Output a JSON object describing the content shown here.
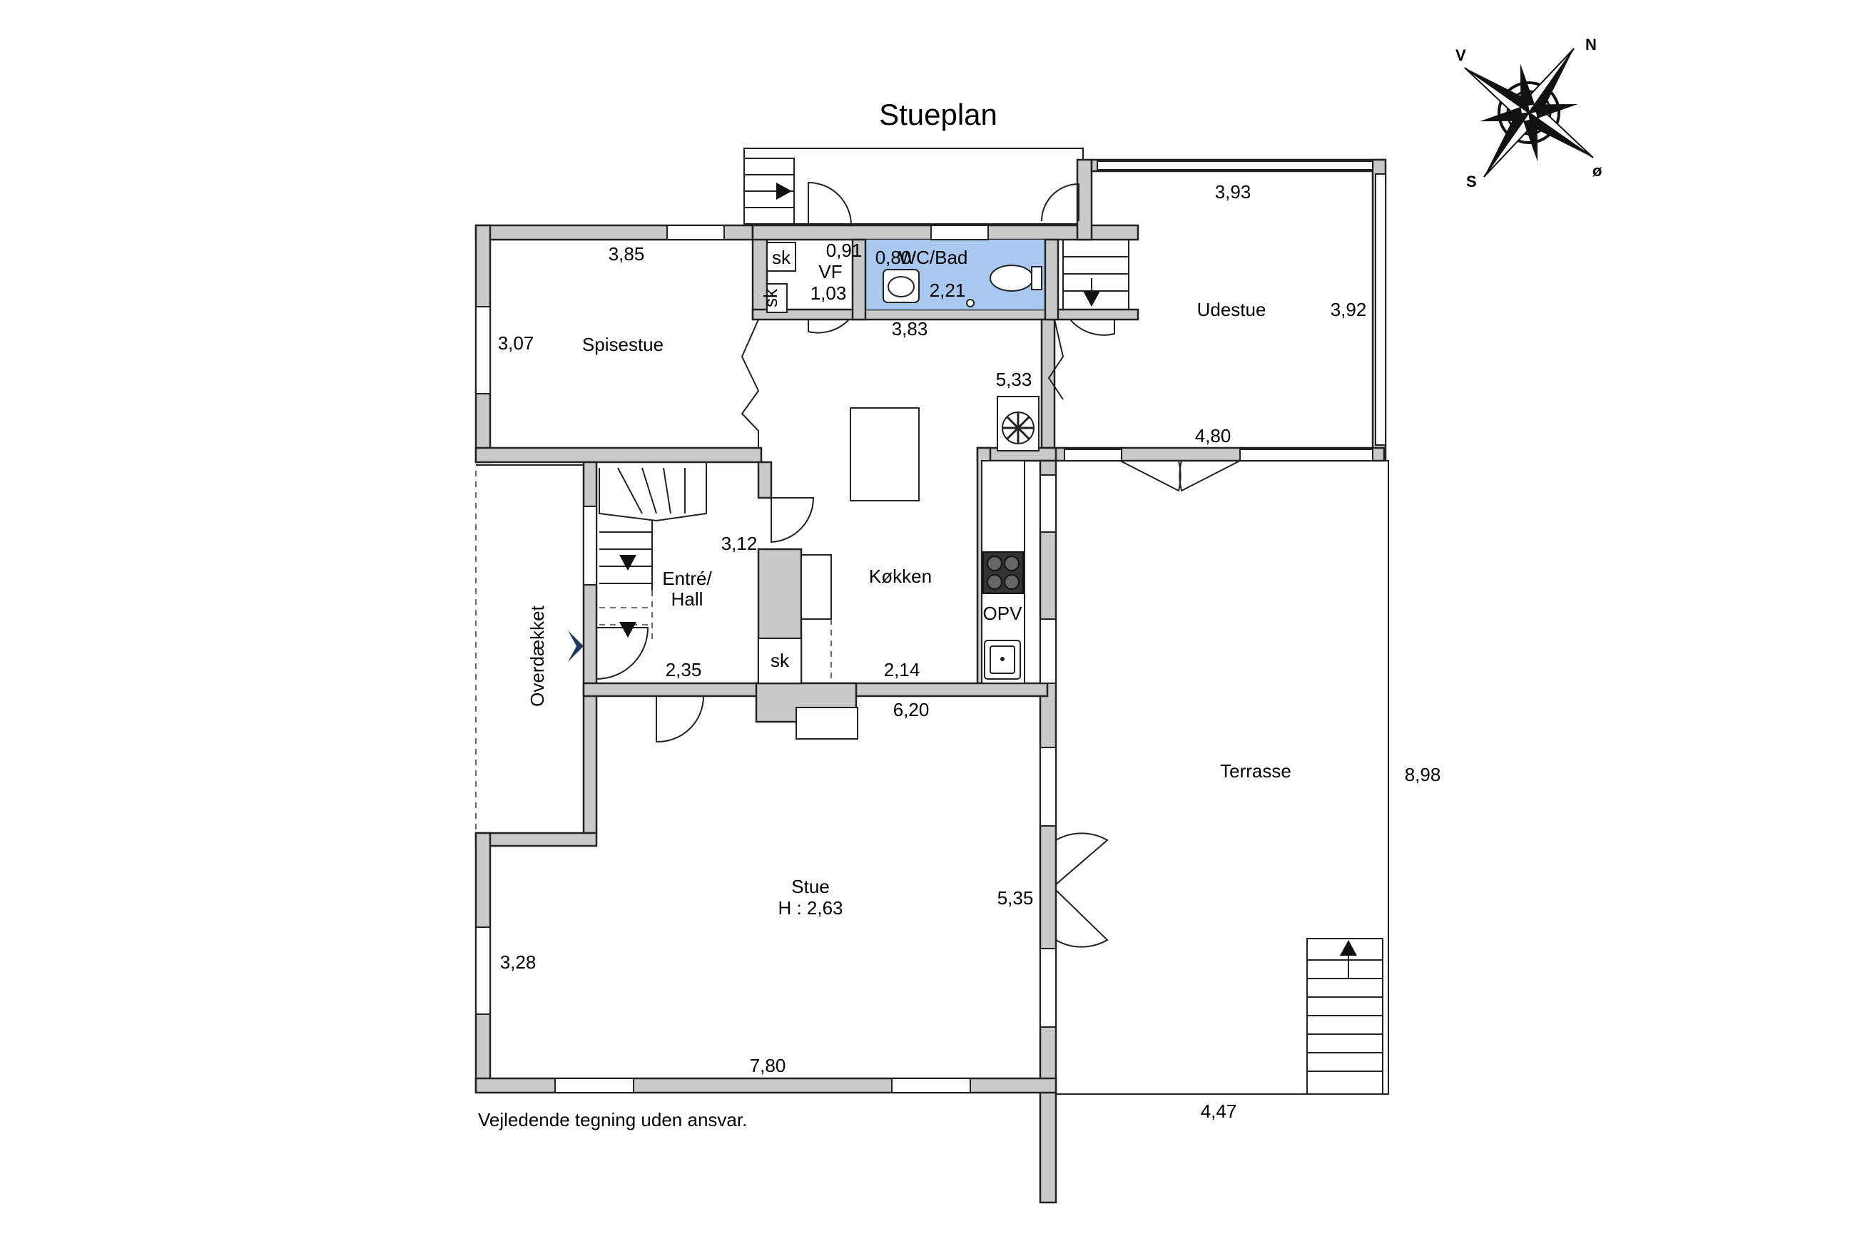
{
  "title": "Stueplan",
  "note": "Vejledende tegning uden ansvar.",
  "compass": {
    "n": "N",
    "s": "S",
    "v": "V",
    "o": "ø"
  },
  "rooms": {
    "spisestue": "Spisestue",
    "wc_bad": "WC/Bad",
    "vf": "VF",
    "udestue": "Udestue",
    "entre_1": "Entré/",
    "entre_2": "Hall",
    "kokken": "Køkken",
    "overdaekket": "Overdækket",
    "terrasse": "Terrasse",
    "stue_1": "Stue",
    "stue_2": "H : 2,63"
  },
  "fixtures": {
    "sk": "sk",
    "opv": "OPV"
  },
  "dimensions": {
    "d385": "3,85",
    "d307": "3,07",
    "d091": "0,91",
    "d103": "1,03",
    "d080": "0,80",
    "d221": "2,21",
    "d383": "3,83",
    "d393": "3,93",
    "d392": "3,92",
    "d533": "5,33",
    "d480": "4,80",
    "d312": "3,12",
    "d235": "2,35",
    "d214": "2,14",
    "d620": "6,20",
    "d898": "8,98",
    "d535": "5,35",
    "d328": "3,28",
    "d780": "7,80",
    "d447": "4,47"
  },
  "colors": {
    "bathroom": "#a9c8f0",
    "wall": "#c9c9c9",
    "entrance_arrow": "#1f3a5f"
  }
}
